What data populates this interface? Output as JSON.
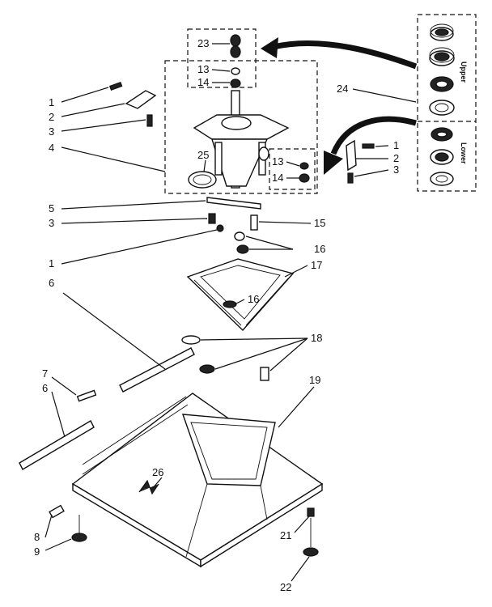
{
  "callouts": [
    {
      "id": "c1a",
      "text": "1"
    },
    {
      "id": "c2a",
      "text": "2"
    },
    {
      "id": "c3a",
      "text": "3"
    },
    {
      "id": "c4",
      "text": "4"
    },
    {
      "id": "c25",
      "text": "25"
    },
    {
      "id": "c23",
      "text": "23"
    },
    {
      "id": "c13a",
      "text": "13"
    },
    {
      "id": "c14a",
      "text": "14"
    },
    {
      "id": "c13b",
      "text": "13"
    },
    {
      "id": "c14b",
      "text": "14"
    },
    {
      "id": "c24",
      "text": "24"
    },
    {
      "id": "c1b",
      "text": "1"
    },
    {
      "id": "c2b",
      "text": "2"
    },
    {
      "id": "c3b",
      "text": "3"
    },
    {
      "id": "c5",
      "text": "5"
    },
    {
      "id": "c3c",
      "text": "3"
    },
    {
      "id": "c15",
      "text": "15"
    },
    {
      "id": "c16a",
      "text": "16"
    },
    {
      "id": "c1c",
      "text": "1"
    },
    {
      "id": "c6a",
      "text": "6"
    },
    {
      "id": "c17",
      "text": "17"
    },
    {
      "id": "c16b",
      "text": "16"
    },
    {
      "id": "c18",
      "text": "18"
    },
    {
      "id": "c7",
      "text": "7"
    },
    {
      "id": "c6b",
      "text": "6"
    },
    {
      "id": "c19",
      "text": "19"
    },
    {
      "id": "c26",
      "text": "26"
    },
    {
      "id": "c8",
      "text": "8"
    },
    {
      "id": "c9",
      "text": "9"
    },
    {
      "id": "c21",
      "text": "21"
    },
    {
      "id": "c22",
      "text": "22"
    }
  ],
  "inset_labels": {
    "upper": "Upper",
    "lower": "Lower"
  }
}
